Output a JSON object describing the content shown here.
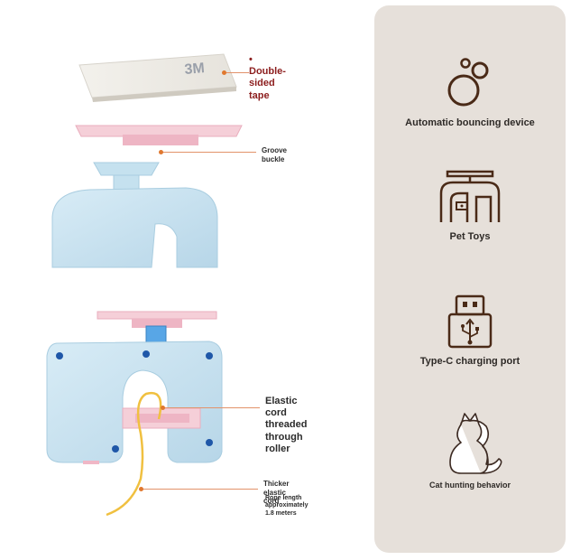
{
  "callouts": {
    "tape": {
      "bullet": "•",
      "label_line1": "Double-",
      "label_line2": "sided tape"
    },
    "tape_brand": "3M",
    "groove": {
      "label": "Groove buckle"
    },
    "elastic": {
      "label_line1": "Elastic cord threaded",
      "label_line2": "through roller"
    },
    "thicker": {
      "label": "Thicker elastic cord",
      "note": "Rope length approximately 1.8 meters"
    }
  },
  "features": [
    {
      "label": "Automatic bouncing device",
      "icon": "bubbles-icon"
    },
    {
      "label": "Pet Toys",
      "icon": "cat-tree-icon"
    },
    {
      "label": "Type-C charging port",
      "icon": "usb-port-icon"
    },
    {
      "label": "Cat hunting behavior",
      "icon": "cat-silhouette-icon"
    }
  ],
  "colors": {
    "panel_bg": "#e6e0da",
    "icon_brown": "#4a2a17",
    "device_blue": "#c7e1ef",
    "mount_pink": "#f3c3cf",
    "cord_yellow": "#f0c040",
    "callout_orange": "#e0782f",
    "tape_red": "#8c1d1d"
  }
}
